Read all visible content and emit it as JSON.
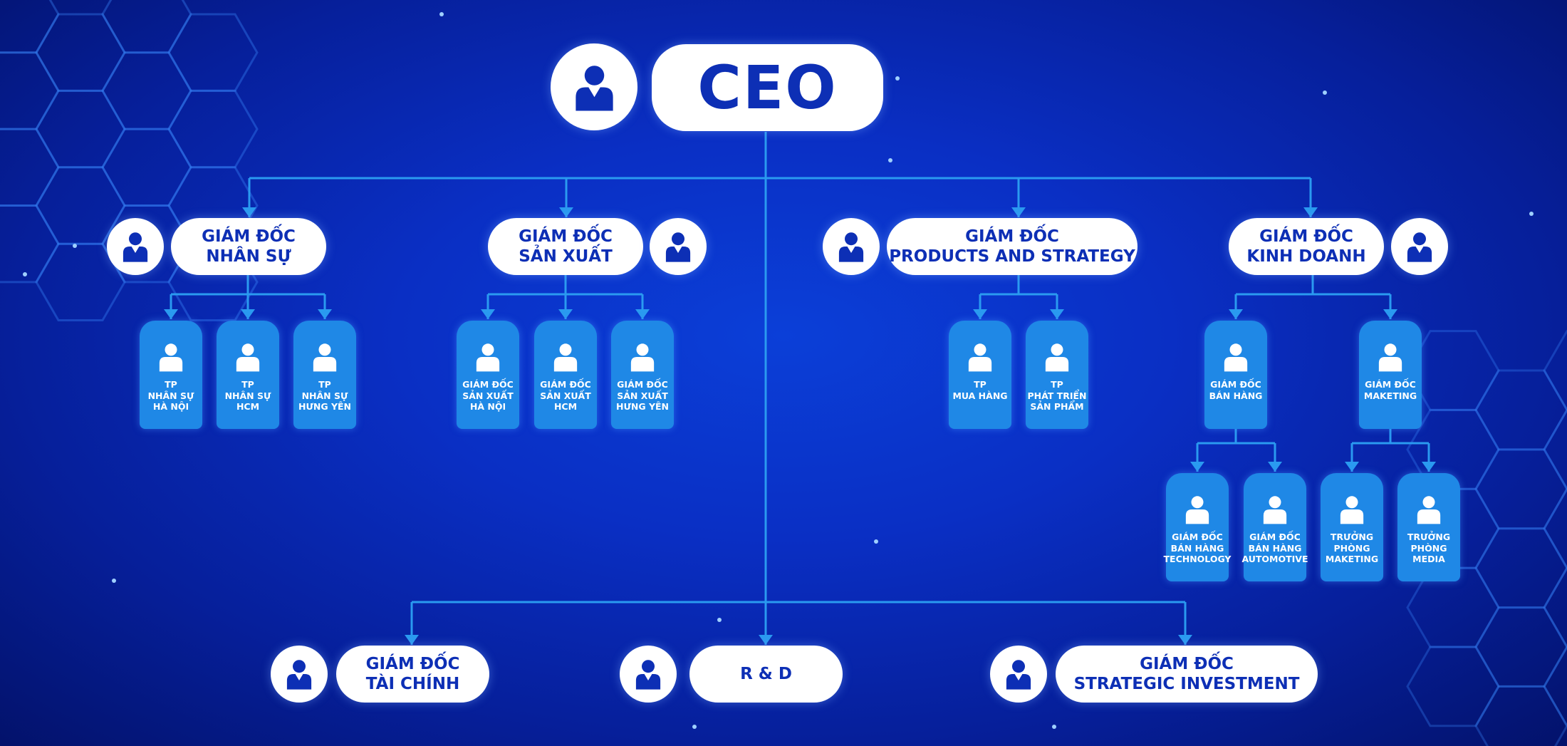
{
  "ceo": {
    "label": "CEO"
  },
  "directors": {
    "hr": [
      "GIÁM ĐỐC",
      "NHÂN SỰ"
    ],
    "production": [
      "GIÁM ĐỐC",
      "SẢN XUẤT"
    ],
    "products": [
      "GIÁM ĐỐC",
      "PRODUCTS AND STRATEGY"
    ],
    "sales": [
      "GIÁM ĐỐC",
      "KINH DOANH"
    ],
    "finance": [
      "GIÁM ĐỐC",
      "TÀI CHÍNH"
    ],
    "rnd": [
      "R & D"
    ],
    "investment": [
      "GIÁM ĐỐC",
      "STRATEGIC INVESTMENT"
    ]
  },
  "cards": {
    "hr": [
      [
        "TP",
        "NHÂN SỰ",
        "HÀ NỘI"
      ],
      [
        "TP",
        "NHÂN SỰ",
        "HCM"
      ],
      [
        "TP",
        "NHÂN SỰ",
        "HƯNG YÊN"
      ]
    ],
    "production": [
      [
        "GIÁM ĐỐC",
        "SẢN XUẤT",
        "HÀ NỘI"
      ],
      [
        "GIÁM ĐỐC",
        "SẢN XUẤT",
        "HCM"
      ],
      [
        "GIÁM ĐỐC",
        "SẢN XUẤT",
        "HƯNG YÊN"
      ]
    ],
    "products": [
      [
        "TP",
        "MUA HÀNG"
      ],
      [
        "TP",
        "PHÁT TRIỂN",
        "SẢN PHẨM"
      ]
    ],
    "sales": [
      [
        "GIÁM ĐỐC",
        "BÁN HÀNG"
      ],
      [
        "GIÁM ĐỐC",
        "MAKETING"
      ]
    ],
    "sales_sub": [
      [
        "GIÁM ĐỐC",
        "BÁN HÀNG",
        "TECHNOLOGY"
      ],
      [
        "GIÁM ĐỐC",
        "BÁN HÀNG",
        "AUTOMOTIVE"
      ]
    ],
    "marketing_sub": [
      [
        "TRƯỞNG",
        "PHÒNG",
        "MAKETING"
      ],
      [
        "TRƯỞNG",
        "PHÒNG",
        "MEDIA"
      ]
    ]
  },
  "icons": {
    "person": "person-icon"
  },
  "colors": {
    "connector": "#2a9af0",
    "card": "#1f88e6",
    "pill_text": "#0d2fb5",
    "pill": "#ffffff"
  }
}
